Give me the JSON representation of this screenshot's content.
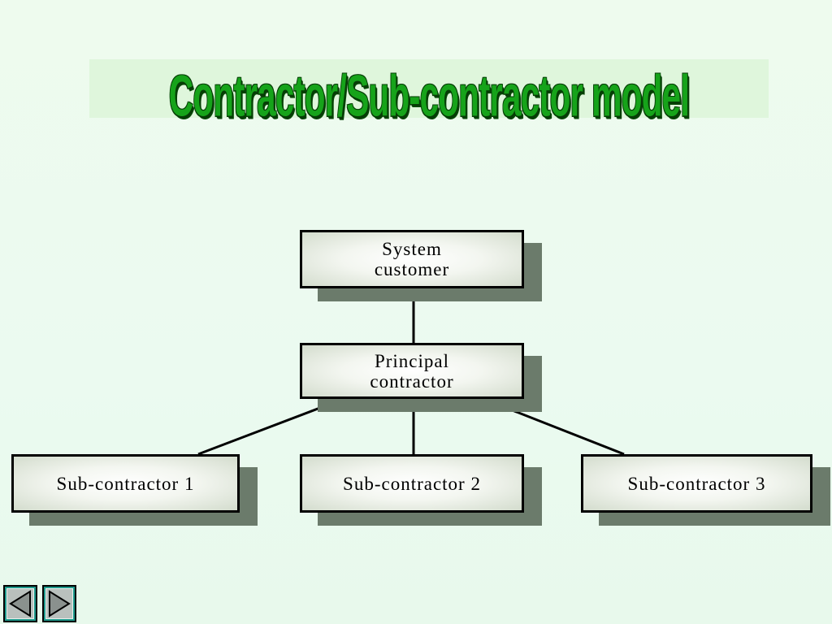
{
  "slide": {
    "title": "Contractor/Sub-contractor model"
  },
  "diagram": {
    "nodes": [
      {
        "id": "system-customer",
        "label": "System\ncustomer"
      },
      {
        "id": "principal-contractor",
        "label": "Principal\ncontractor"
      },
      {
        "id": "sub-contractor-1",
        "label": "Sub-contractor 1"
      },
      {
        "id": "sub-contractor-2",
        "label": "Sub-contractor 2"
      },
      {
        "id": "sub-contractor-3",
        "label": "Sub-contractor 3"
      }
    ],
    "edges": [
      {
        "from": "system-customer",
        "to": "principal-contractor"
      },
      {
        "from": "principal-contractor",
        "to": "sub-contractor-1"
      },
      {
        "from": "principal-contractor",
        "to": "sub-contractor-2"
      },
      {
        "from": "principal-contractor",
        "to": "sub-contractor-3"
      }
    ]
  },
  "navigation": {
    "prev_icon": "triangle-left-icon",
    "next_icon": "triangle-right-icon",
    "button_color": "#1e9a8c",
    "face_color": "#b9c0bd"
  },
  "colors": {
    "title": "#16a31a",
    "title_outline": "#063d06",
    "node_shadow": "#6b7b6b",
    "background": "#ebfaf0"
  }
}
